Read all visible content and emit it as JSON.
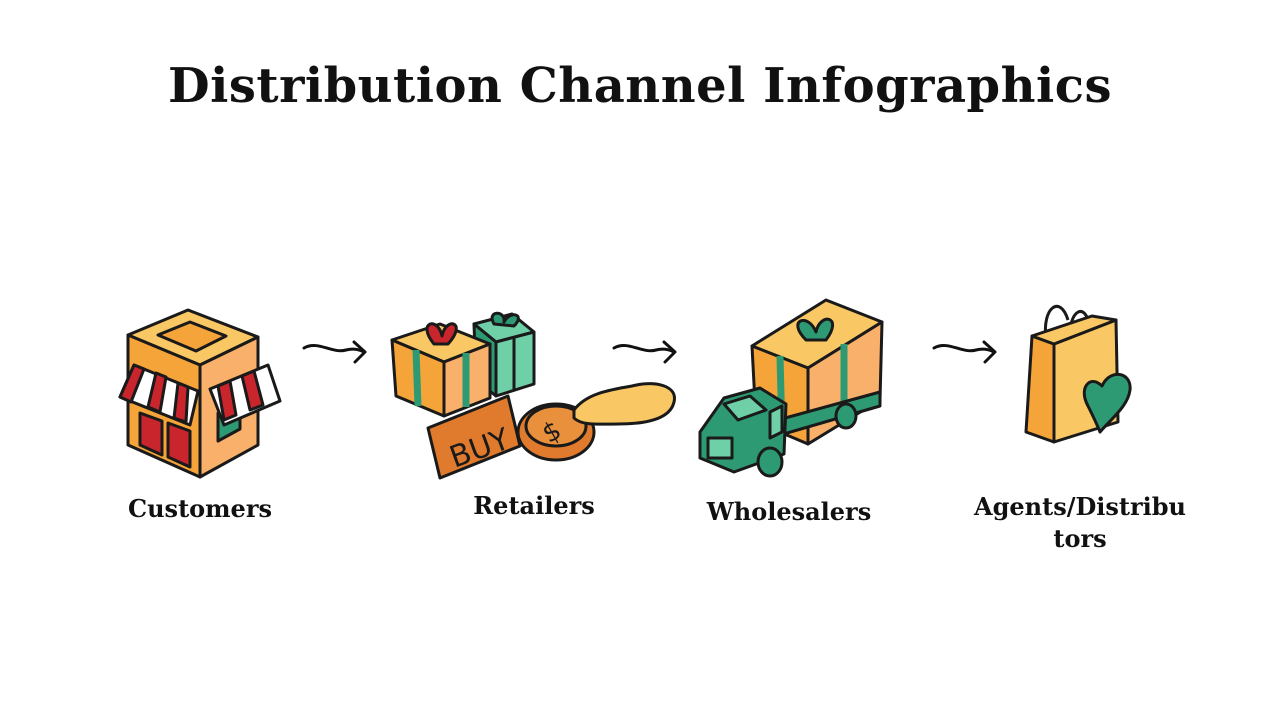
{
  "title": "Distribution Channel Infographics",
  "steps": [
    {
      "label": "Customers",
      "icon": "storefront-icon"
    },
    {
      "label": "Retailers",
      "icon": "gift-buy-coin-icon"
    },
    {
      "label": "Wholesalers",
      "icon": "delivery-truck-icon"
    },
    {
      "label": "Agents/Distribu\ntors",
      "icon": "shopping-bag-heart-icon"
    }
  ],
  "colors": {
    "orange": "#F5A43A",
    "yellow": "#F9C864",
    "red": "#C8252D",
    "green": "#2E9A73",
    "mint": "#6FD0A8",
    "outline": "#1a1a1a"
  }
}
